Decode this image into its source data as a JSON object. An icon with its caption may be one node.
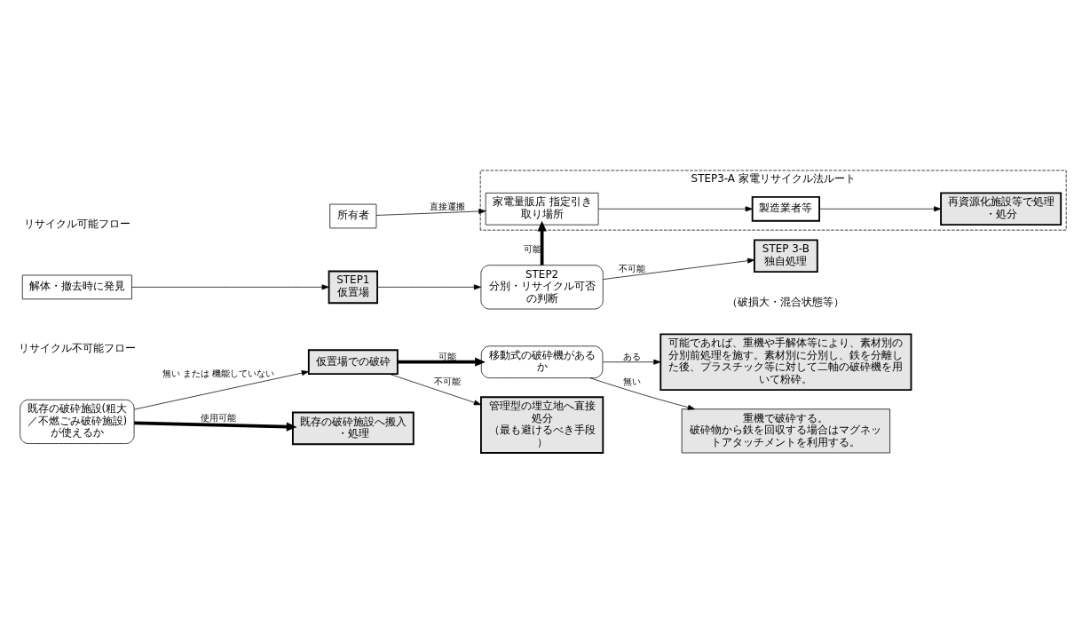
{
  "diagram": {
    "nodes": [
      {
        "text": [
          "STEP3-A 家電リサイクル法ルート"
        ]
      },
      {
        "text": [
          "所有者"
        ]
      },
      {
        "text": [
          "家電量販店 指定引き取り場所"
        ],
        "in": 0
      },
      {
        "text": [
          "製造業者等"
        ],
        "in": 0
      },
      {
        "text": [
          "再資源化施設等で処理・処分"
        ],
        "in": 0
      },
      {
        "text": [
          "解体・撤去時に発見"
        ]
      },
      {
        "text": [
          "STEP1",
          "仮置場"
        ]
      },
      {
        "text": [
          "STEP2",
          "分別・リサイクル可否の判断"
        ]
      },
      {
        "text": [
          "STEP 3-B",
          "独自処理"
        ]
      },
      {
        "text": [
          "既存の破砕施設(粗大／不燃ごみ破砕施設)が使えるか"
        ]
      },
      {
        "text": [
          "仮置場での破砕"
        ]
      },
      {
        "text": [
          "移動式の破砕機があるか"
        ]
      },
      {
        "text": [
          "可能であれば、重機や手解体等により、素材別の分別前処理を施す。素材別に分別し、鉄を分離した後、プラスチック等に対して二軸の破砕機を用いて粉砕。"
        ]
      },
      {
        "text": [
          "既存の破砕施設へ搬入・処理"
        ]
      },
      {
        "text": [
          "管理型の埋立地へ直接処分",
          "（最も避けるべき手段）"
        ]
      },
      {
        "text": [
          "重機で破砕する。",
          "破砕物から鉄を回収する場合はマグネットアタッチメントを利用する。"
        ]
      }
    ],
    "edges": [
      {
        "from": 1,
        "to": 2,
        "arrow": "to",
        "label": "直接運搬"
      },
      {
        "from": 2,
        "to": 3,
        "arrow": "to"
      },
      {
        "from": 3,
        "to": 4,
        "arrow": "to"
      },
      {
        "from": 5,
        "to": 6,
        "arrow": "to"
      },
      {
        "from": 6,
        "to": 7,
        "arrow": "to"
      },
      {
        "from": 7,
        "to": 2,
        "arrow": "to",
        "label": "可能",
        "style": "thick"
      },
      {
        "from": 7,
        "to": 8,
        "arrow": "to",
        "label": "不可能"
      },
      {
        "from": 9,
        "to": 10,
        "arrow": "to",
        "label": "無い または 機能していない"
      },
      {
        "from": 9,
        "to": 13,
        "arrow": "to",
        "label": "使用可能",
        "style": "thick"
      },
      {
        "from": 10,
        "to": 11,
        "arrow": "to",
        "label": "可能",
        "style": "thick"
      },
      {
        "from": 10,
        "to": 14,
        "arrow": "to",
        "label": "不可能"
      },
      {
        "from": 11,
        "to": 12,
        "arrow": "to",
        "label": "ある"
      },
      {
        "from": 11,
        "to": 15,
        "arrow": "to",
        "label": "無い"
      }
    ],
    "labels": [
      "リサイクル可能フロー",
      "（破損大・混合状態等）",
      "リサイクル不可能フロー"
    ]
  }
}
